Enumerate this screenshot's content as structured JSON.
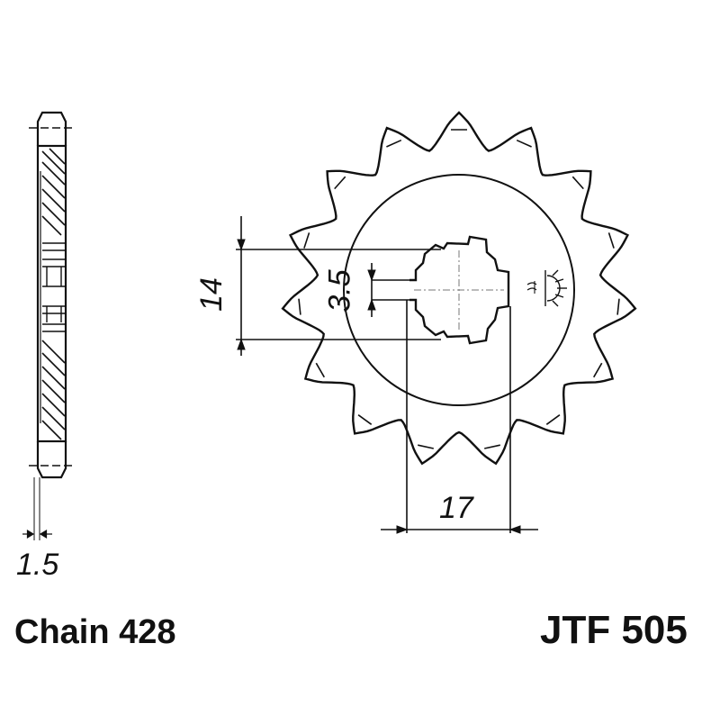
{
  "diagram": {
    "type": "technical-drawing",
    "subject": "front sprocket",
    "part_number": "JTF 505",
    "chain": "Chain 428",
    "teeth_count": 15,
    "dimensions": {
      "thickness": "1.5",
      "spline_height": "14",
      "key_width": "3.5",
      "spline_width": "17"
    },
    "symbols": [
      "surface-finish-symbol"
    ],
    "colors": {
      "line": "#111111",
      "background": "#ffffff"
    }
  }
}
